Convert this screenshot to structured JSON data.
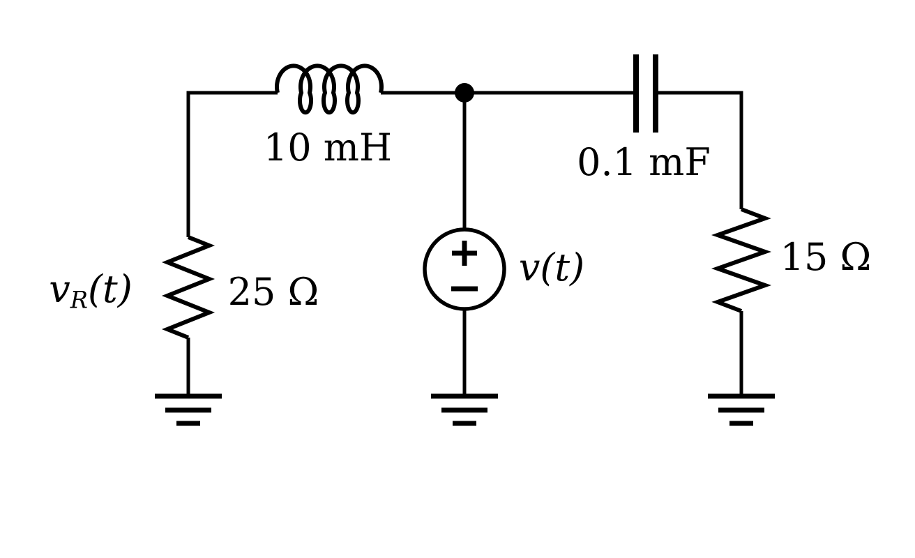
{
  "circuit": {
    "description": "RLC circuit schematic with voltage source and three grounds",
    "inductor": {
      "value": "10 mH"
    },
    "capacitor": {
      "value": "0.1 mF"
    },
    "resistor_left": {
      "value": "25 Ω",
      "voltage_base": "v",
      "voltage_sub": "R",
      "voltage_args": "(t)"
    },
    "resistor_right": {
      "value": "15 Ω"
    },
    "source": {
      "label_base": "v",
      "label_args": "(t)",
      "polarity_plus": "+",
      "polarity_minus": "−"
    },
    "colors": {
      "ink": "#000000",
      "background": "#ffffff"
    }
  }
}
